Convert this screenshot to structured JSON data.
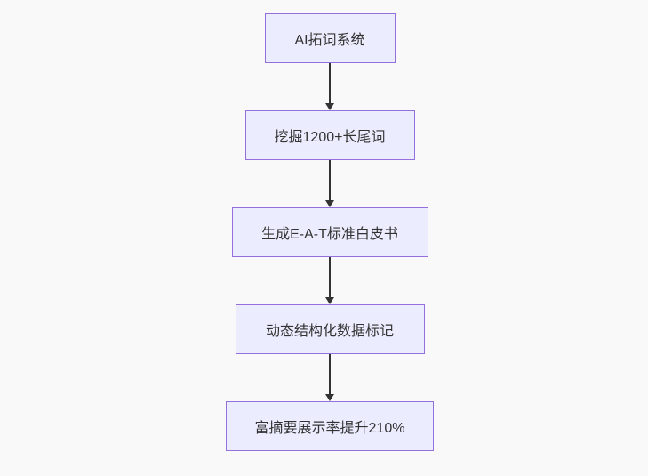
{
  "page": {
    "background": "#f9f9f9"
  },
  "diagram": {
    "type": "flowchart",
    "direction": "top-down",
    "colors": {
      "node_fill": "#ECECFF",
      "node_border": "#9370DB",
      "text": "#333333",
      "arrow": "#333333"
    },
    "nodes": [
      {
        "id": "n1",
        "label": "AI拓词系统"
      },
      {
        "id": "n2",
        "label": "挖掘1200+长尾词"
      },
      {
        "id": "n3",
        "label": "生成E-A-T标准白皮书"
      },
      {
        "id": "n4",
        "label": "动态结构化数据标记"
      },
      {
        "id": "n5",
        "label": "富摘要展示率提升210%"
      }
    ],
    "edges": [
      {
        "from": "n1",
        "to": "n2",
        "arrow": "down"
      },
      {
        "from": "n2",
        "to": "n3",
        "arrow": "down"
      },
      {
        "from": "n3",
        "to": "n4",
        "arrow": "down"
      },
      {
        "from": "n4",
        "to": "n5",
        "arrow": "down"
      }
    ]
  }
}
